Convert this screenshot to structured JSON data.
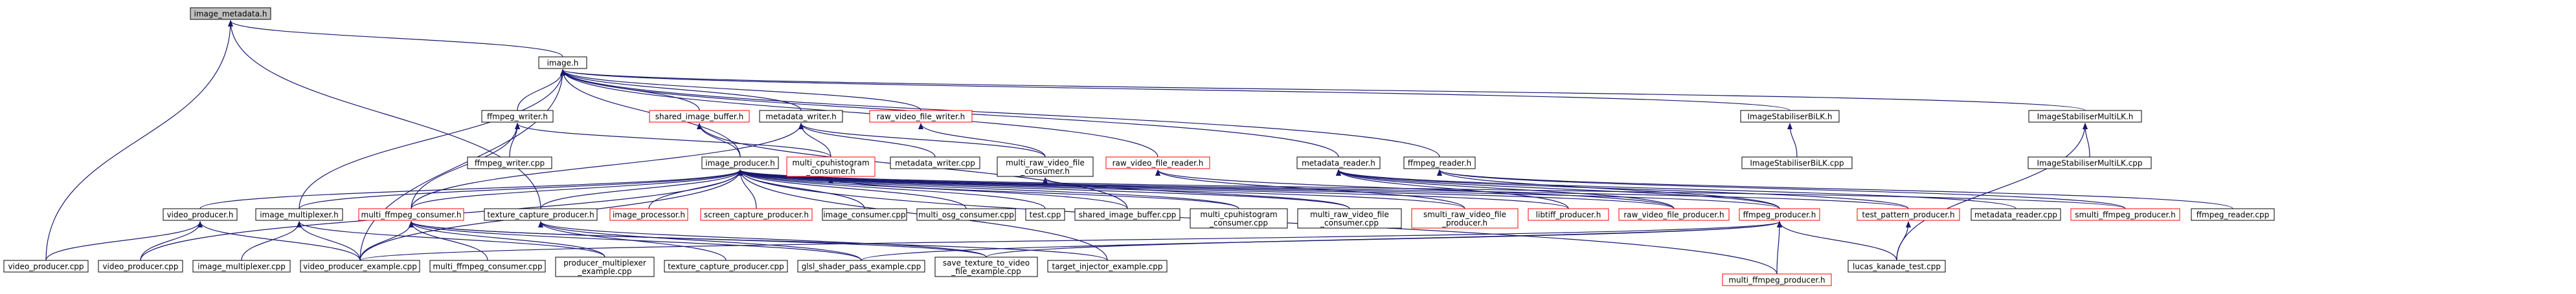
{
  "colors": {
    "background": "#ffffff",
    "node_fill": "#ffffff",
    "root_fill": "#bfbfbf",
    "node_border": "#000000",
    "truncated_border": "#ff0000",
    "edge": "#191970",
    "text": "#000000"
  },
  "graph": {
    "root": "image_metadata.h",
    "nodes": [
      {
        "id": "image_metadata_h",
        "label": "image_metadata.h",
        "kind": "root"
      },
      {
        "id": "image_h",
        "label": "image.h",
        "kind": "normal"
      },
      {
        "id": "ffmpeg_writer_h",
        "label": "ffmpeg_writer.h",
        "kind": "normal"
      },
      {
        "id": "shared_image_buffer_h",
        "label": "shared_image_buffer.h",
        "kind": "truncated"
      },
      {
        "id": "metadata_writer_h",
        "label": "metadata_writer.h",
        "kind": "normal"
      },
      {
        "id": "raw_video_file_writer_h",
        "label": "raw_video_file_writer.h",
        "kind": "truncated"
      },
      {
        "id": "ImageStabiliserBiLK_h",
        "label": "ImageStabiliserBiLK.h",
        "kind": "normal"
      },
      {
        "id": "ImageStabiliserMultiLK_h",
        "label": "ImageStabiliserMultiLK.h",
        "kind": "normal"
      },
      {
        "id": "ffmpeg_writer_cpp",
        "label": "ffmpeg_writer.cpp",
        "kind": "normal"
      },
      {
        "id": "image_producer_h",
        "label": "image_producer.h",
        "kind": "normal"
      },
      {
        "id": "multi_cpuhistogram_consumer_h",
        "label": [
          "multi_cpuhistogram",
          "_consumer.h"
        ],
        "kind": "truncated"
      },
      {
        "id": "metadata_writer_cpp",
        "label": "metadata_writer.cpp",
        "kind": "normal"
      },
      {
        "id": "multi_raw_video_file_consumer_h",
        "label": [
          "multi_raw_video_file",
          "_consumer.h"
        ],
        "kind": "normal"
      },
      {
        "id": "raw_video_file_reader_h",
        "label": "raw_video_file_reader.h",
        "kind": "truncated"
      },
      {
        "id": "metadata_reader_h",
        "label": "metadata_reader.h",
        "kind": "normal"
      },
      {
        "id": "ffmpeg_reader_h",
        "label": "ffmpeg_reader.h",
        "kind": "normal"
      },
      {
        "id": "ImageStabiliserBiLK_cpp",
        "label": "ImageStabiliserBiLK.cpp",
        "kind": "normal"
      },
      {
        "id": "ImageStabiliserMultiLK_cpp",
        "label": "ImageStabiliserMultiLK.cpp",
        "kind": "normal"
      },
      {
        "id": "video_producer_h",
        "label": "video_producer.h",
        "kind": "normal"
      },
      {
        "id": "image_multiplexer_h",
        "label": "image_multiplexer.h",
        "kind": "normal"
      },
      {
        "id": "multi_ffmpeg_consumer_h",
        "label": "multi_ffmpeg_consumer.h",
        "kind": "truncated"
      },
      {
        "id": "texture_capture_producer_h",
        "label": "texture_capture_producer.h",
        "kind": "normal"
      },
      {
        "id": "image_processor_h",
        "label": "image_processor.h",
        "kind": "truncated"
      },
      {
        "id": "screen_capture_producer_h",
        "label": "screen_capture_producer.h",
        "kind": "truncated"
      },
      {
        "id": "image_consumer_cpp",
        "label": "image_consumer.cpp",
        "kind": "normal"
      },
      {
        "id": "multi_osg_consumer_cpp",
        "label": "multi_osg_consumer.cpp",
        "kind": "normal"
      },
      {
        "id": "test_cpp",
        "label": "test.cpp",
        "kind": "normal"
      },
      {
        "id": "shared_image_buffer_cpp",
        "label": "shared_image_buffer.cpp",
        "kind": "normal"
      },
      {
        "id": "multi_cpuhistogram_consumer_cpp",
        "label": [
          "multi_cpuhistogram",
          "_consumer.cpp"
        ],
        "kind": "normal"
      },
      {
        "id": "multi_raw_video_file_consumer_cpp",
        "label": [
          "multi_raw_video_file",
          "_consumer.cpp"
        ],
        "kind": "normal"
      },
      {
        "id": "smulti_raw_video_file_producer_h",
        "label": [
          "smulti_raw_video_file",
          "_producer.h"
        ],
        "kind": "truncated"
      },
      {
        "id": "libtiff_producer_h",
        "label": "libtiff_producer.h",
        "kind": "truncated"
      },
      {
        "id": "raw_video_file_producer_h",
        "label": "raw_video_file_producer.h",
        "kind": "truncated"
      },
      {
        "id": "ffmpeg_producer_h",
        "label": "ffmpeg_producer.h",
        "kind": "truncated"
      },
      {
        "id": "test_pattern_producer_h",
        "label": "test_pattern_producer.h",
        "kind": "truncated"
      },
      {
        "id": "metadata_reader_cpp",
        "label": "metadata_reader.cpp",
        "kind": "normal"
      },
      {
        "id": "smulti_ffmpeg_producer_h",
        "label": "smulti_ffmpeg_producer.h",
        "kind": "truncated"
      },
      {
        "id": "ffmpeg_reader_cpp",
        "label": "ffmpeg_reader.cpp",
        "kind": "normal"
      },
      {
        "id": "video_producer_cpp_1",
        "label": "video_producer.cpp",
        "kind": "normal"
      },
      {
        "id": "video_producer_cpp_2",
        "label": "video_producer.cpp",
        "kind": "normal"
      },
      {
        "id": "image_multiplexer_cpp",
        "label": "image_multiplexer.cpp",
        "kind": "normal"
      },
      {
        "id": "video_producer_example_cpp",
        "label": "video_producer_example.cpp",
        "kind": "normal"
      },
      {
        "id": "multi_ffmpeg_consumer_cpp",
        "label": "multi_ffmpeg_consumer.cpp",
        "kind": "normal"
      },
      {
        "id": "producer_multiplexer_example_cpp",
        "label": [
          "producer_multiplexer",
          "_example.cpp"
        ],
        "kind": "normal"
      },
      {
        "id": "texture_capture_producer_cpp",
        "label": "texture_capture_producer.cpp",
        "kind": "normal"
      },
      {
        "id": "glsl_shader_pass_example_cpp",
        "label": "glsl_shader_pass_example.cpp",
        "kind": "normal"
      },
      {
        "id": "save_texture_to_video_file_example_cpp",
        "label": [
          "save_texture_to_video",
          "_file_example.cpp"
        ],
        "kind": "normal"
      },
      {
        "id": "target_injector_example_cpp",
        "label": "target_injector_example.cpp",
        "kind": "normal"
      },
      {
        "id": "multi_ffmpeg_producer_h",
        "label": "multi_ffmpeg_producer.h",
        "kind": "truncated"
      },
      {
        "id": "lucas_kanade_test_cpp",
        "label": "lucas_kanade_test.cpp",
        "kind": "normal"
      }
    ],
    "edges": [
      [
        "image_metadata_h",
        "image_h"
      ],
      [
        "image_metadata_h",
        "texture_capture_producer_h"
      ],
      [
        "image_metadata_h",
        "video_producer_cpp_1"
      ],
      [
        "image_h",
        "ffmpeg_writer_h"
      ],
      [
        "image_h",
        "shared_image_buffer_h"
      ],
      [
        "image_h",
        "metadata_writer_h"
      ],
      [
        "image_h",
        "raw_video_file_writer_h"
      ],
      [
        "image_h",
        "image_producer_h"
      ],
      [
        "image_h",
        "raw_video_file_reader_h"
      ],
      [
        "image_h",
        "metadata_reader_h"
      ],
      [
        "image_h",
        "ffmpeg_reader_h"
      ],
      [
        "image_h",
        "ImageStabiliserBiLK_h"
      ],
      [
        "image_h",
        "ImageStabiliserMultiLK_h"
      ],
      [
        "image_h",
        "image_multiplexer_h"
      ],
      [
        "image_h",
        "video_producer_example_cpp"
      ],
      [
        "ffmpeg_writer_h",
        "ffmpeg_writer_cpp"
      ],
      [
        "ffmpeg_writer_h",
        "multi_ffmpeg_consumer_h"
      ],
      [
        "ffmpeg_writer_h",
        "multi_cpuhistogram_consumer_h"
      ],
      [
        "shared_image_buffer_h",
        "image_producer_h"
      ],
      [
        "shared_image_buffer_h",
        "shared_image_buffer_cpp"
      ],
      [
        "metadata_writer_h",
        "multi_cpuhistogram_consumer_h"
      ],
      [
        "metadata_writer_h",
        "metadata_writer_cpp"
      ],
      [
        "metadata_writer_h",
        "multi_raw_video_file_consumer_h"
      ],
      [
        "metadata_writer_h",
        "multi_ffmpeg_consumer_h"
      ],
      [
        "raw_video_file_writer_h",
        "multi_raw_video_file_consumer_h"
      ],
      [
        "ImageStabiliserBiLK_h",
        "ImageStabiliserBiLK_cpp"
      ],
      [
        "ImageStabiliserMultiLK_h",
        "ImageStabiliserMultiLK_cpp"
      ],
      [
        "ImageStabiliserMultiLK_h",
        "lucas_kanade_test_cpp"
      ],
      [
        "multi_cpuhistogram_consumer_h",
        "multi_cpuhistogram_consumer_cpp"
      ],
      [
        "multi_raw_video_file_consumer_h",
        "multi_raw_video_file_consumer_cpp"
      ],
      [
        "raw_video_file_reader_h",
        "smulti_raw_video_file_producer_h"
      ],
      [
        "raw_video_file_reader_h",
        "raw_video_file_producer_h"
      ],
      [
        "metadata_reader_h",
        "libtiff_producer_h"
      ],
      [
        "metadata_reader_h",
        "raw_video_file_producer_h"
      ],
      [
        "metadata_reader_h",
        "ffmpeg_producer_h"
      ],
      [
        "metadata_reader_h",
        "test_pattern_producer_h"
      ],
      [
        "metadata_reader_h",
        "metadata_reader_cpp"
      ],
      [
        "ffmpeg_reader_h",
        "ffmpeg_producer_h"
      ],
      [
        "ffmpeg_reader_h",
        "smulti_ffmpeg_producer_h"
      ],
      [
        "ffmpeg_reader_h",
        "ffmpeg_reader_cpp"
      ],
      [
        "image_producer_h",
        "video_producer_h"
      ],
      [
        "image_producer_h",
        "image_multiplexer_h"
      ],
      [
        "image_producer_h",
        "multi_ffmpeg_consumer_h"
      ],
      [
        "image_producer_h",
        "texture_capture_producer_h"
      ],
      [
        "image_producer_h",
        "image_processor_h"
      ],
      [
        "image_producer_h",
        "screen_capture_producer_h"
      ],
      [
        "image_producer_h",
        "image_consumer_cpp"
      ],
      [
        "image_producer_h",
        "multi_osg_consumer_cpp"
      ],
      [
        "image_producer_h",
        "test_cpp"
      ],
      [
        "image_producer_h",
        "shared_image_buffer_cpp"
      ],
      [
        "image_producer_h",
        "multi_cpuhistogram_consumer_cpp"
      ],
      [
        "image_producer_h",
        "multi_raw_video_file_consumer_cpp"
      ],
      [
        "image_producer_h",
        "smulti_raw_video_file_producer_h"
      ],
      [
        "image_producer_h",
        "libtiff_producer_h"
      ],
      [
        "image_producer_h",
        "raw_video_file_producer_h"
      ],
      [
        "image_producer_h",
        "ffmpeg_producer_h"
      ],
      [
        "image_producer_h",
        "test_pattern_producer_h"
      ],
      [
        "image_producer_h",
        "smulti_ffmpeg_producer_h"
      ],
      [
        "image_producer_h",
        "video_producer_cpp_2"
      ],
      [
        "image_producer_h",
        "video_producer_example_cpp"
      ],
      [
        "image_producer_h",
        "target_injector_example_cpp"
      ],
      [
        "image_producer_h",
        "multi_ffmpeg_producer_h"
      ],
      [
        "video_producer_h",
        "video_producer_cpp_1"
      ],
      [
        "video_producer_h",
        "video_producer_cpp_2"
      ],
      [
        "video_producer_h",
        "video_producer_example_cpp"
      ],
      [
        "image_multiplexer_h",
        "image_multiplexer_cpp"
      ],
      [
        "image_multiplexer_h",
        "video_producer_example_cpp"
      ],
      [
        "image_multiplexer_h",
        "producer_multiplexer_example_cpp"
      ],
      [
        "multi_ffmpeg_consumer_h",
        "video_producer_example_cpp"
      ],
      [
        "multi_ffmpeg_consumer_h",
        "multi_ffmpeg_consumer_cpp"
      ],
      [
        "multi_ffmpeg_consumer_h",
        "producer_multiplexer_example_cpp"
      ],
      [
        "multi_ffmpeg_consumer_h",
        "glsl_shader_pass_example_cpp"
      ],
      [
        "multi_ffmpeg_consumer_h",
        "save_texture_to_video_file_example_cpp"
      ],
      [
        "multi_ffmpeg_consumer_h",
        "target_injector_example_cpp"
      ],
      [
        "texture_capture_producer_h",
        "texture_capture_producer_cpp"
      ],
      [
        "texture_capture_producer_h",
        "glsl_shader_pass_example_cpp"
      ],
      [
        "texture_capture_producer_h",
        "save_texture_to_video_file_example_cpp"
      ],
      [
        "ffmpeg_producer_h",
        "video_producer_example_cpp"
      ],
      [
        "ffmpeg_producer_h",
        "glsl_shader_pass_example_cpp"
      ],
      [
        "ffmpeg_producer_h",
        "save_texture_to_video_file_example_cpp"
      ],
      [
        "ffmpeg_producer_h",
        "multi_ffmpeg_producer_h"
      ],
      [
        "ffmpeg_producer_h",
        "lucas_kanade_test_cpp"
      ],
      [
        "test_pattern_producer_h",
        "lucas_kanade_test_cpp"
      ]
    ]
  }
}
